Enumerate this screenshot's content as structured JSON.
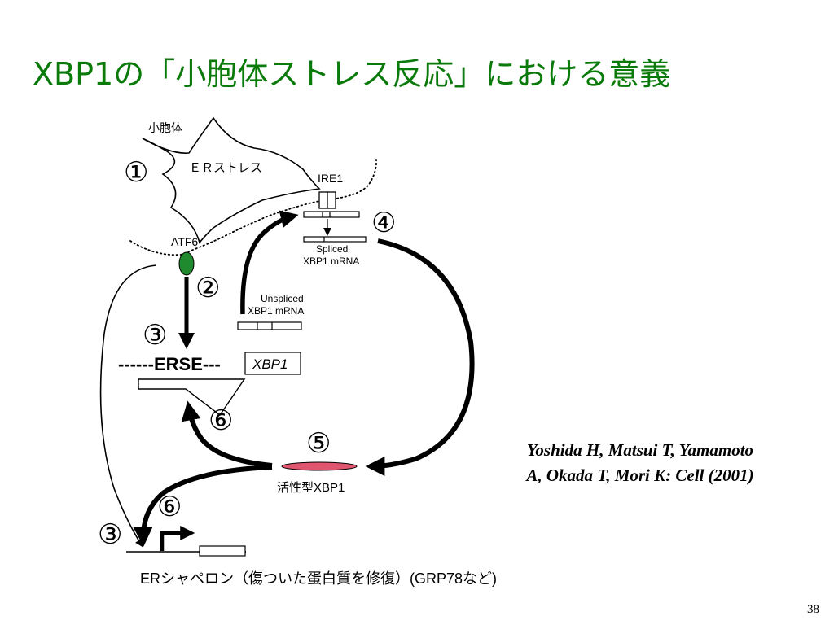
{
  "slide": {
    "title": "XBP1の「小胞体ストレス反応」における意義",
    "citation_line1": "Yoshida H, Matsui T, Yamamoto",
    "citation_line2": "A, Okada T, Mori K: Cell (2001)",
    "page_number": "38"
  },
  "diagram": {
    "er_label": "小胞体",
    "er_stress_label": "ＥＲストレス",
    "ire1_label": "IRE1",
    "atf6_label": "ATF6",
    "spliced_line1": "Spliced",
    "spliced_line2": "XBP1 mRNA",
    "unspliced_line1": "Unspliced",
    "unspliced_line2": "XBP1 mRNA",
    "xbp1_gene_label": "XBP1",
    "erse_label": "------ERSE---",
    "active_xbp1_label": "活性型XBP1",
    "chaperone_label": "ERシャペロン（傷ついた蛋白質を修復）(GRP78など)",
    "step_1": "①",
    "step_2": "②",
    "step_3a": "③",
    "step_3b": "③",
    "step_4": "④",
    "step_5": "⑤",
    "step_6a": "⑥",
    "step_6b": "⑥"
  },
  "colors": {
    "title": "#0a7a0a",
    "atf6": "#1f8a2e",
    "active_xbp1": "#e0566e"
  }
}
